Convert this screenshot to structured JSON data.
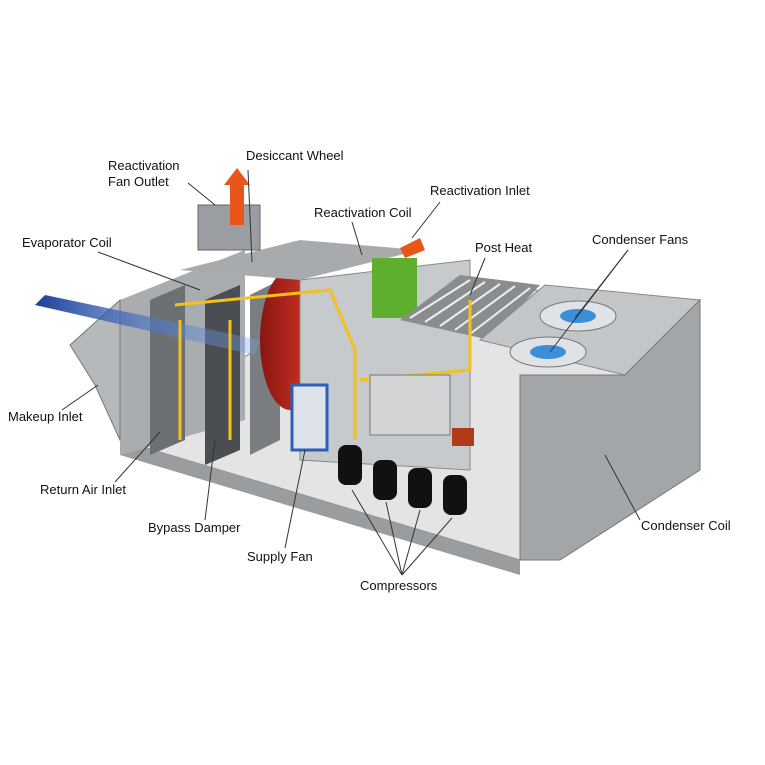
{
  "labels": {
    "reactivation_fan_outlet_1": "Reactivation",
    "reactivation_fan_outlet_2": "Fan Outlet",
    "desiccant_wheel": "Desiccant Wheel",
    "reactivation_inlet": "Reactivation Inlet",
    "reactivation_coil": "Reactivation Coil",
    "evaporator_coil": "Evaporator Coil",
    "post_heat": "Post Heat",
    "condenser_fans": "Condenser Fans",
    "makeup_inlet": "Makeup Inlet",
    "return_air_inlet": "Return Air Inlet",
    "bypass_damper": "Bypass Damper",
    "condenser_coil": "Condenser Coil",
    "supply_fan": "Supply Fan",
    "compressors": "Compressors"
  },
  "colors": {
    "casing": "#b9bcbf",
    "casing_dark": "#8d9194",
    "floor": "#e3e3e3",
    "wheel": "#c4271f",
    "pipe": "#f2c21a",
    "air": "#2b5fb8",
    "heat": "#e8561a",
    "coil_green": "#5fae2e"
  }
}
